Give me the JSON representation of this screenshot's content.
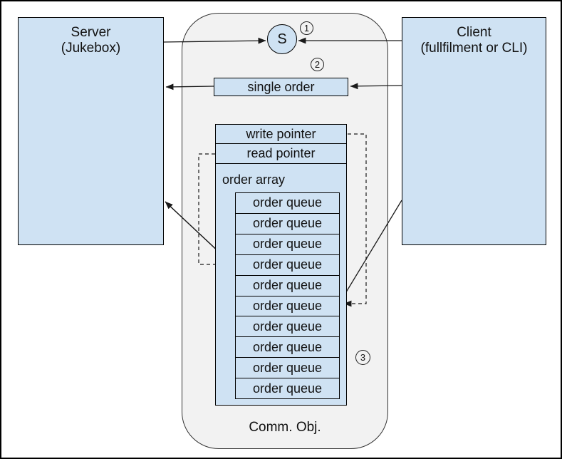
{
  "diagram": {
    "server": {
      "line1": "Server",
      "line2": "(Jukebox)"
    },
    "client": {
      "line1": "Client",
      "line2": "(fullfilment or CLI)"
    },
    "comm_object": {
      "caption": "Comm. Obj.",
      "semaphore_label": "S",
      "single_order_label": "single order",
      "write_pointer_label": "write pointer",
      "read_pointer_label": "read pointer",
      "order_array_label": "order array",
      "order_queues": [
        "order queue",
        "order queue",
        "order queue",
        "order queue",
        "order queue",
        "order queue",
        "order queue",
        "order queue",
        "order queue",
        "order queue"
      ]
    },
    "steps": [
      "1",
      "2",
      "3"
    ]
  },
  "colors": {
    "box_fill": "#cfe2f3",
    "comm_fill": "#f2f2f2",
    "border": "#000000",
    "line": "#1a1a1a",
    "background": "#ffffff"
  }
}
